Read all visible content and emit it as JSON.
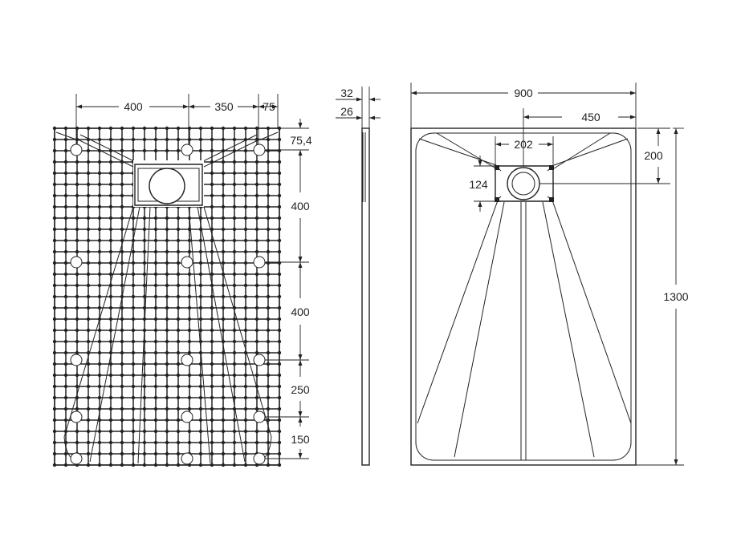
{
  "bottom_view": {
    "dim_top": [
      "400",
      "350",
      "75"
    ],
    "dim_right": [
      "75,4",
      "400",
      "400",
      "250",
      "150"
    ]
  },
  "side_view": {
    "dim_total_thickness": "32",
    "dim_inner_thickness": "26"
  },
  "top_view": {
    "dim_width": "900",
    "dim_half_width": "450",
    "dim_drain_width": "202",
    "dim_drain_offset": "200",
    "dim_drain_height": "124",
    "dim_length": "1300"
  }
}
